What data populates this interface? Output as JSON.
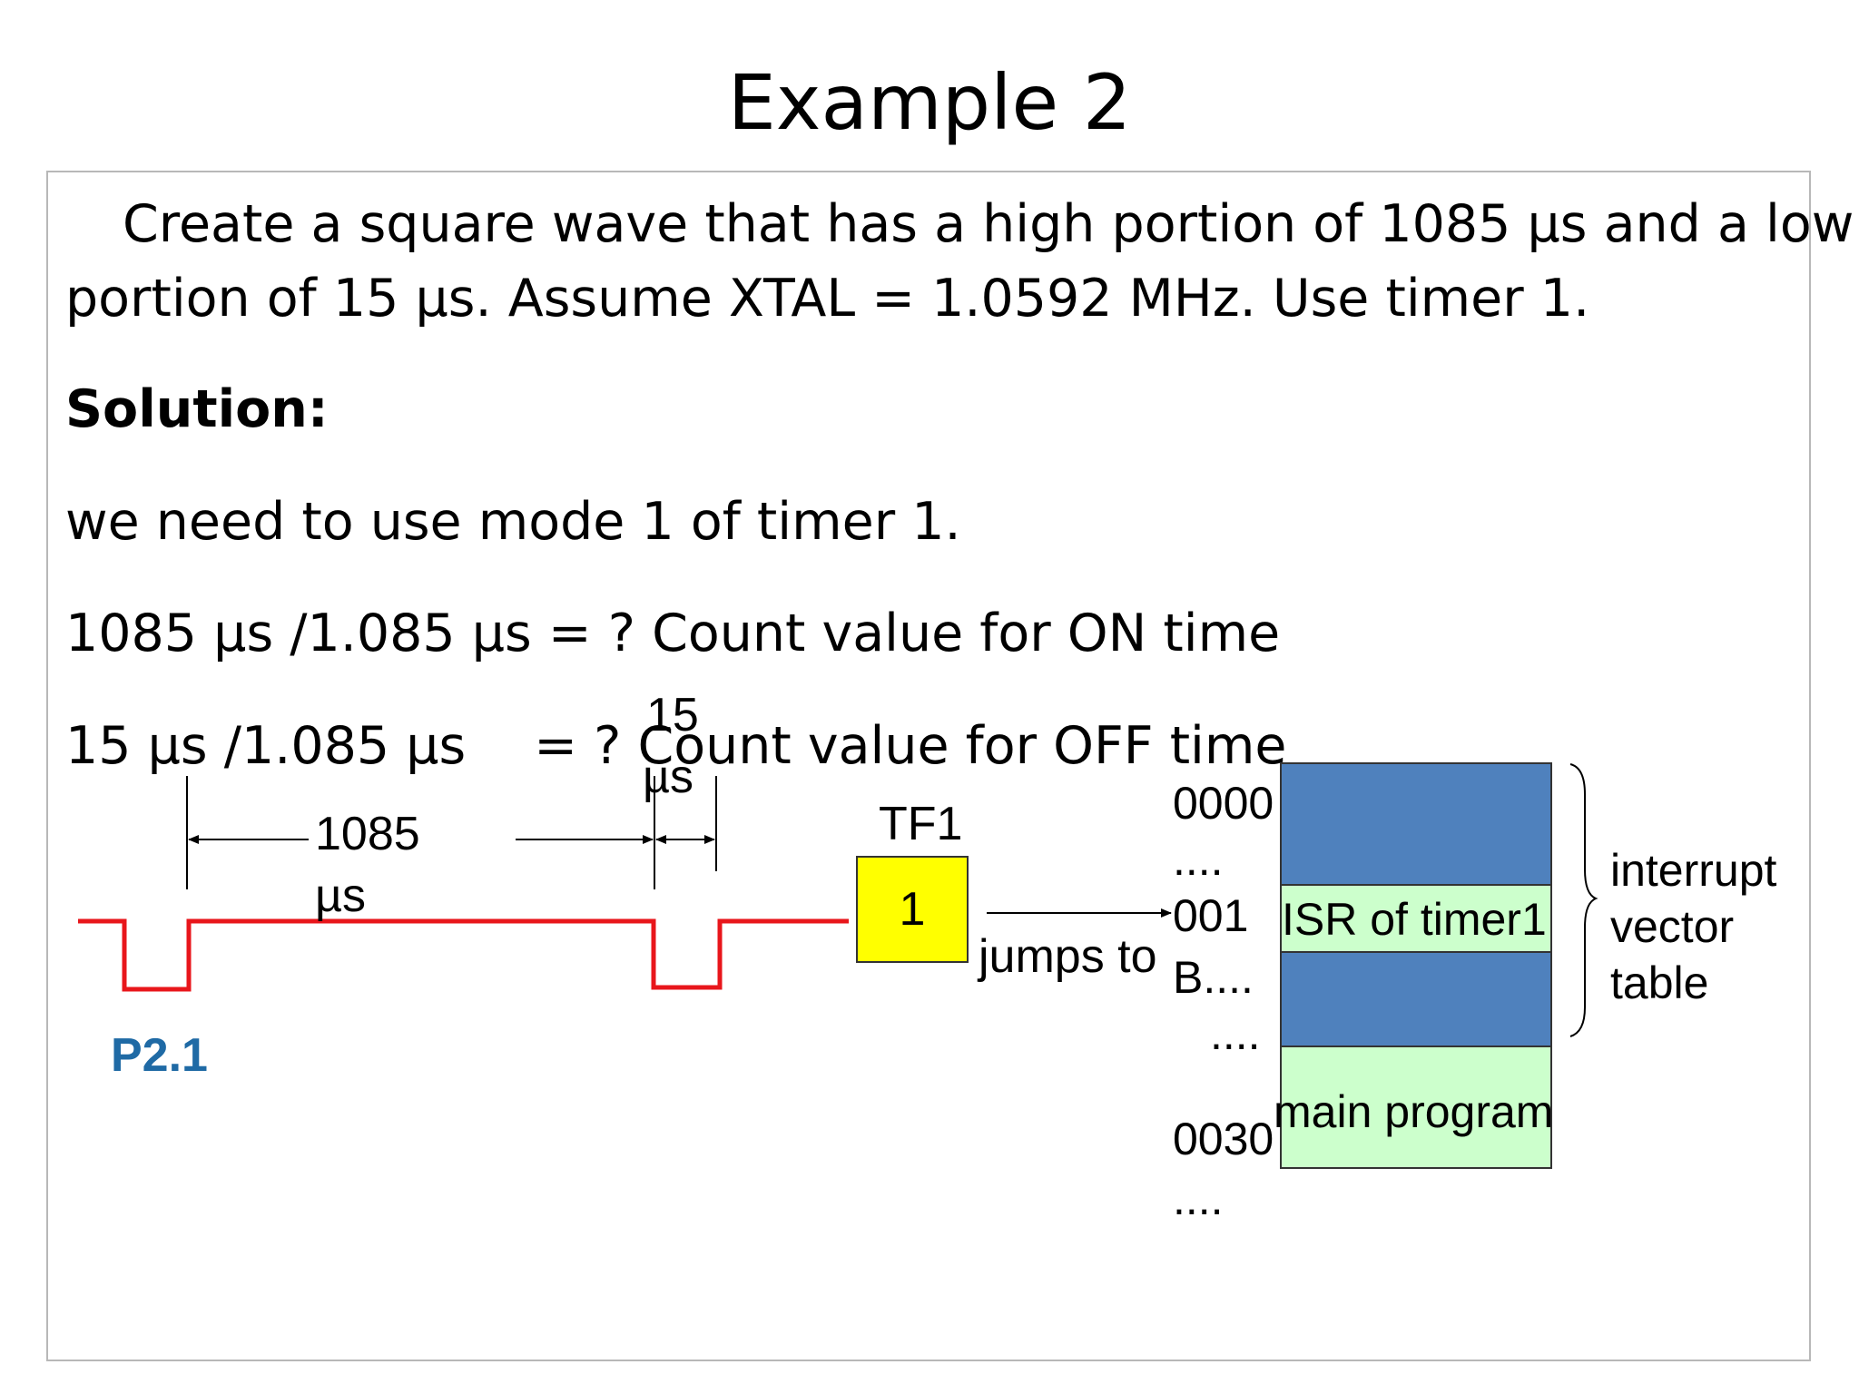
{
  "slide": {
    "title": "Example 2"
  },
  "problem": {
    "line1": "Create a square wave that has a high portion of 1085 µs and a low",
    "line2": "portion of 15 µs. Assume XTAL = 1.0592 MHz. Use timer 1."
  },
  "solution": {
    "heading": "Solution:",
    "mode_line": "we need to use mode 1 of timer 1.",
    "on_line": "1085 µs /1.085  µs = ? Count value for ON time",
    "off_line_left": "15 µs /1.085  µs",
    "off_line_right": "= ? Count value for OFF time"
  },
  "diagram": {
    "pin_label": "P2.1",
    "high_duration_value": "1085",
    "high_duration_unit": "µs",
    "low_duration_value": "15",
    "low_duration_unit": "µs",
    "flag_label": "TF1",
    "flag_value": "1",
    "jump_label": "jumps to",
    "addresses": {
      "a0": "0000",
      "dots1": "....",
      "a1": "001",
      "a1_suffix": "B....",
      "dots2": "....",
      "a2": "0030",
      "dots3": "...."
    },
    "memory": {
      "isr_label": "ISR of timer1",
      "main_label": "main program",
      "bracket_label_line1": "interrupt",
      "bracket_label_line2": "vector",
      "bracket_label_line3": "table"
    },
    "colors": {
      "signal": "#e8161b",
      "pin_label": "#1f6aa5",
      "flag_box": "#ffff00",
      "vector_block": "#4f81bd",
      "isr_block": "#ccffcc"
    }
  }
}
